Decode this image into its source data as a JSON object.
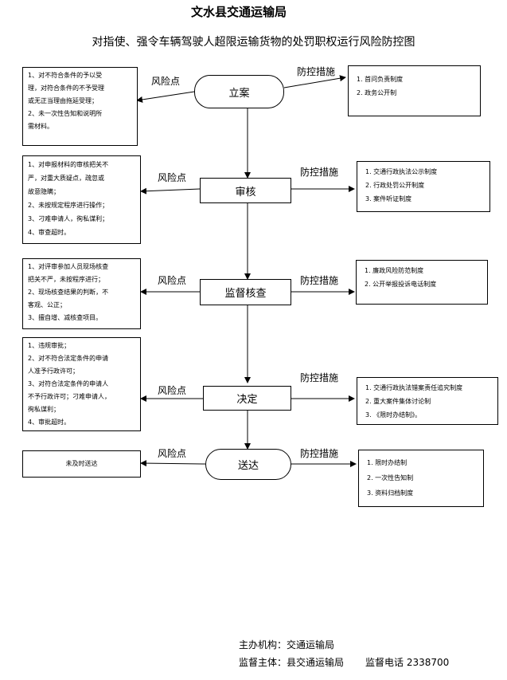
{
  "title": "文水县交通运输局",
  "subtitle": "对指使、强令车辆驾驶人超限运输货物的处罚职权运行风险防控图",
  "label_risk": "风险点",
  "label_control": "防控措施",
  "stages": [
    {
      "name": "立案",
      "risks": [
        "1、对不符合条件的予以受",
        "理，对符合条件的不予受理",
        "或无正当理由拖延受理；",
        "2、未一次性告知和说明所",
        "需材料。"
      ],
      "controls": [
        "1. 首问负责制度",
        "2. 政务公开制"
      ]
    },
    {
      "name": "审核",
      "risks": [
        "1、对申报材料的审核把关不",
        "严，对重大质疑点，疏忽或",
        "故意隐瞒；",
        "2、未按规定程序进行操作；",
        "3、刁难申请人，徇私谋利；",
        "4、审查超时。"
      ],
      "controls": [
        "1. 交通行政执法公示制度",
        "2. 行政处罚公开制度",
        "3. 案件听证制度"
      ]
    },
    {
      "name": "监督核查",
      "risks": [
        "1、对评审参加人员现场核查",
        "把关不严，未按程序进行；",
        "2、现场核查结果的判断，不",
        "客观、公正；",
        "3、擅自增、减核查项目。"
      ],
      "controls": [
        "1. 廉政风险防范制度",
        "2. 公开举报投诉电话制度"
      ]
    },
    {
      "name": "决定",
      "risks": [
        "1、违规审批；",
        "2、对不符合法定条件的申请",
        "人准予行政许可；",
        "3、对符合法定条件的申请人",
        "不予行政许可；刁难申请人，",
        "徇私谋利；",
        "4、审批超时。"
      ],
      "controls": [
        "1. 交通行政执法错案责任追究制度",
        "2. 重大案件集体讨论制",
        "3. 《限时办结制》。"
      ]
    },
    {
      "name": "送达",
      "risks": [
        "未及时送达"
      ],
      "controls": [
        "1. 限时办结制",
        "2. 一次性告知制",
        "3. 资料归档制度"
      ]
    }
  ],
  "footer": {
    "organizer": "主办机构：交通运输局",
    "supervisor": "监督主体：县交通运输局",
    "phone": "监督电话  2338700"
  }
}
